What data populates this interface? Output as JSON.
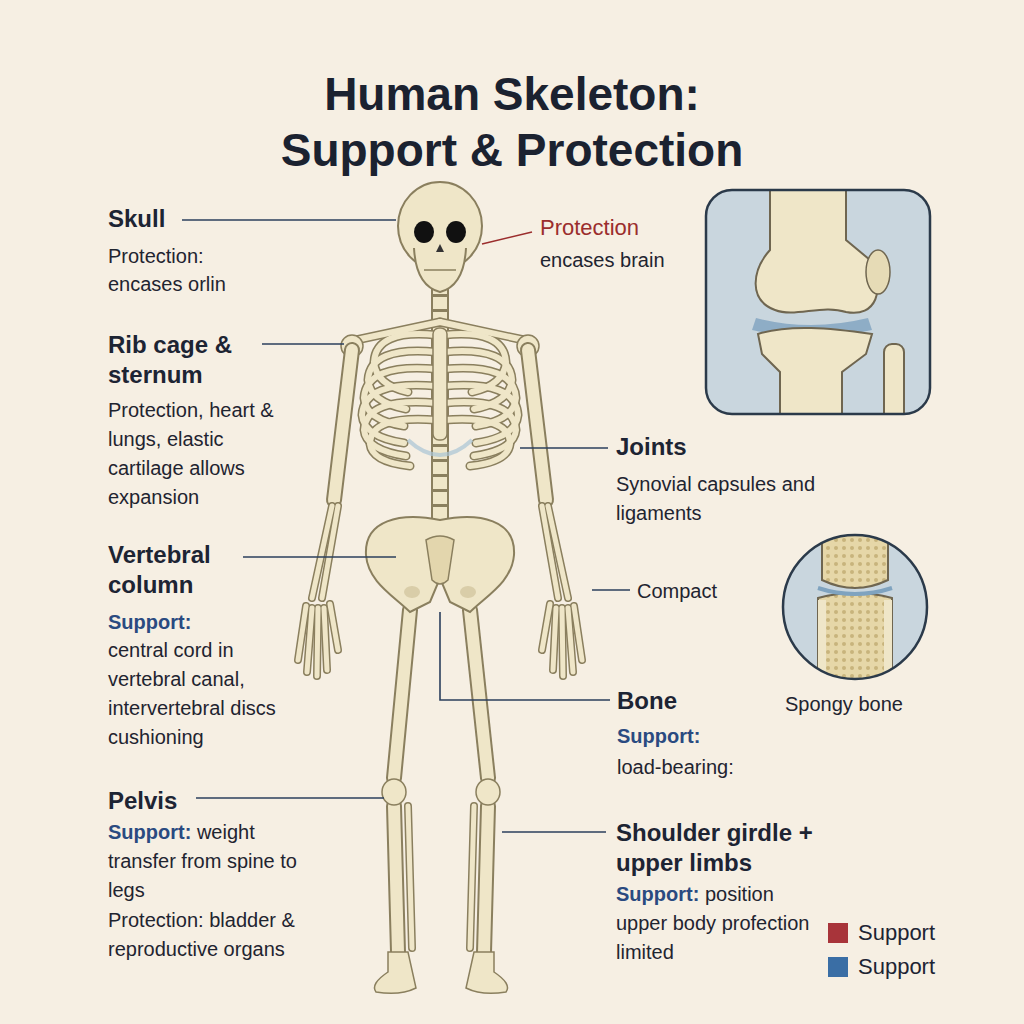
{
  "diagram": {
    "title": "Human Skeleton: Support & Protection",
    "labels": [
      "Skull",
      "Protection:",
      "encases orlin",
      "Protection",
      "encases brain",
      "Rib cage & sternum",
      "Protection, heart & lungs, elastic cartilage allows expansion",
      "Joints",
      "Synovial capsules and ligaments",
      "Vertebral column",
      "Support:",
      "central cord in vertebral canal, intervertebral discs cushioning",
      "Compact",
      "Spongy bone",
      "Bone",
      "Support:",
      "load-bearing:",
      "Pelvis",
      "Support:",
      "weight transfer from spine to legs",
      "Protection:",
      "bladder & reproductive organs",
      "Shoulder girdle + upper limbs",
      "Support:",
      "position upper body profection limited"
    ],
    "legend": [
      {
        "text": "Support",
        "color": "#a8343a"
      },
      {
        "text": "Support",
        "color": "#3a6ea5"
      }
    ]
  }
}
